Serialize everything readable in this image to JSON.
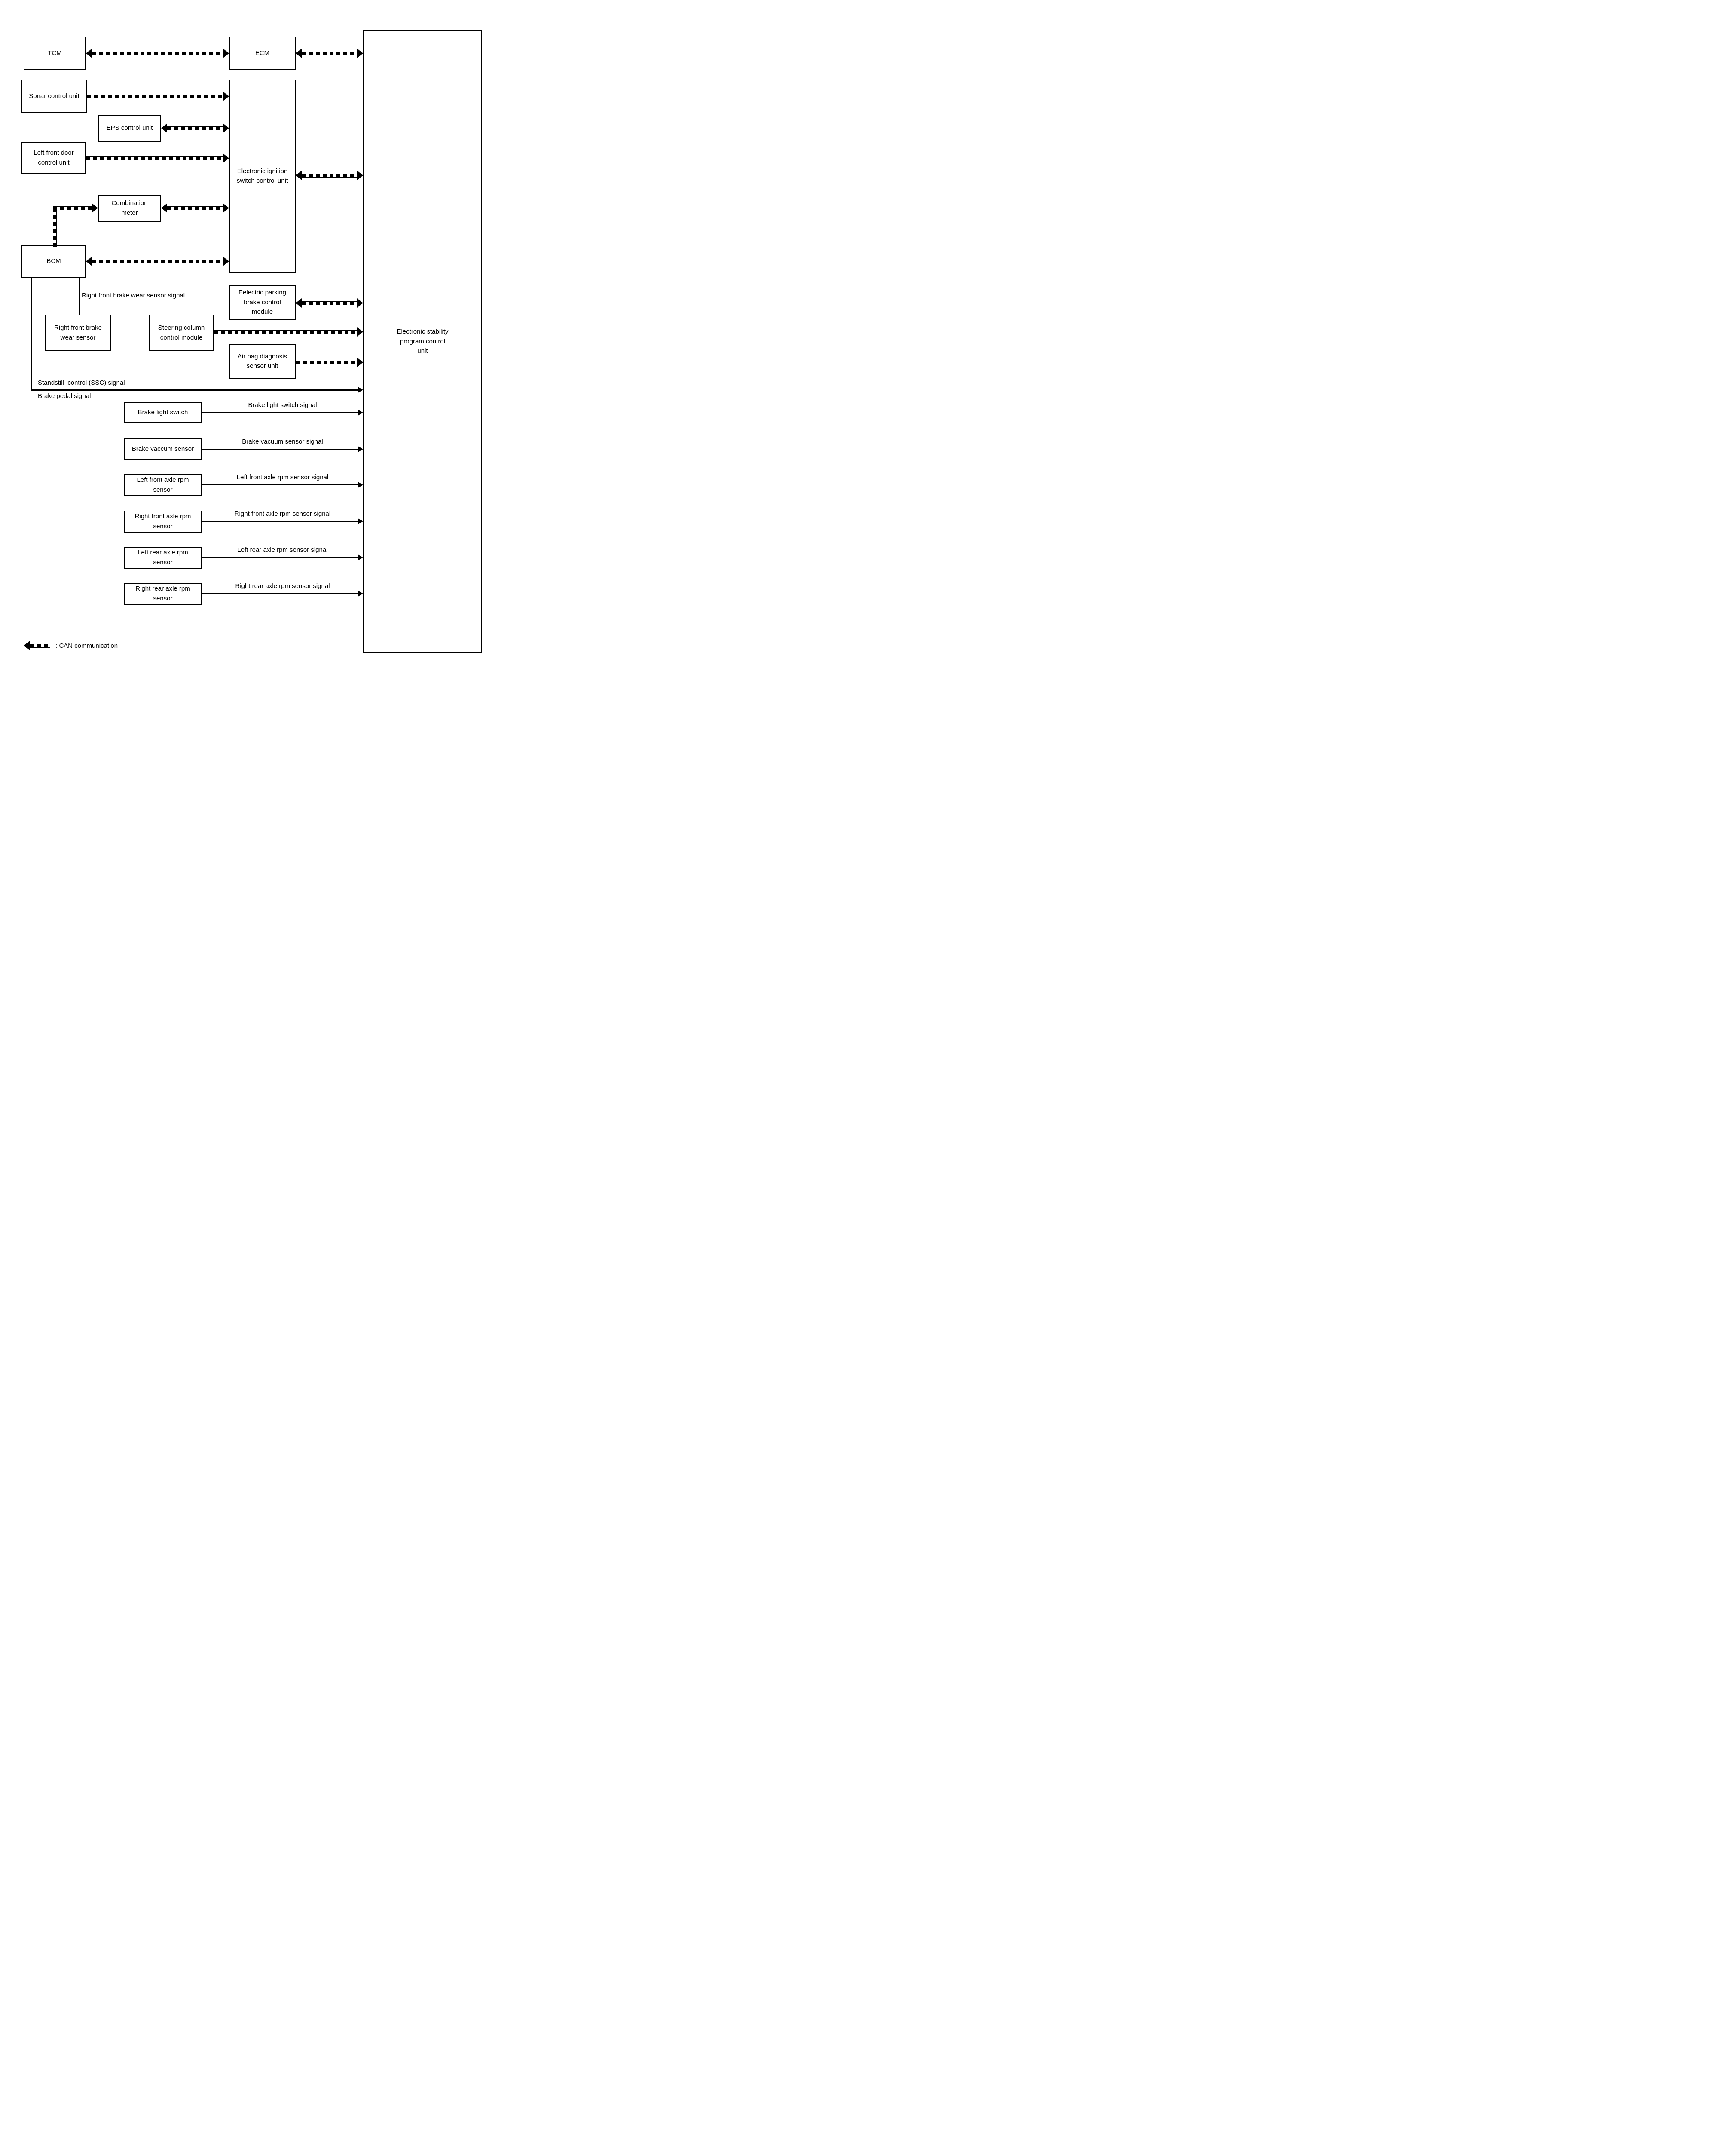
{
  "diagram": {
    "boxes": {
      "tcm": "TCM",
      "ecm": "ECM",
      "esp": "Electronic stability\nprogram control\nunit",
      "sonar": "Sonar control unit",
      "eps": "EPS control unit",
      "left_front_door": "Left front door\ncontrol unit",
      "ignition_switch": "Electronic ignition\nswitch control unit",
      "combination_meter": "Combination\nmeter",
      "bcm": "BCM",
      "parking_brake": "Eelectric parking\nbrake control\nmodule",
      "rf_brake_wear": "Right front brake\nwear sensor",
      "steering_column": "Steering column\ncontrol module",
      "air_bag": "Air bag diagnosis\nsensor unit",
      "brake_light_switch": "Brake light switch",
      "brake_vacuum": "Brake vaccum sensor",
      "lf_axle": "Left front axle rpm\nsensor",
      "rf_axle": "Right front axle rpm\nsensor",
      "lr_axle": "Left rear axle rpm\nsensor",
      "rr_axle": "Right rear axle rpm\nsensor"
    },
    "signal_labels": {
      "rf_brake_wear": "Right front brake wear sensor signal",
      "standstill": "Standstill  control (SSC) signal",
      "brake_pedal": "Brake pedal signal",
      "brake_light_switch": "Brake light switch signal",
      "brake_vacuum": "Brake vacuum sensor signal",
      "lf_axle": "Left front axle rpm sensor signal",
      "rf_axle": "Right front axle rpm sensor signal",
      "lr_axle": "Left rear axle rpm sensor signal",
      "rr_axle": "Right rear axle rpm sensor signal"
    },
    "legend": {
      "can": ": CAN communication"
    },
    "colors": {
      "line": "#000000",
      "background": "#ffffff"
    }
  }
}
